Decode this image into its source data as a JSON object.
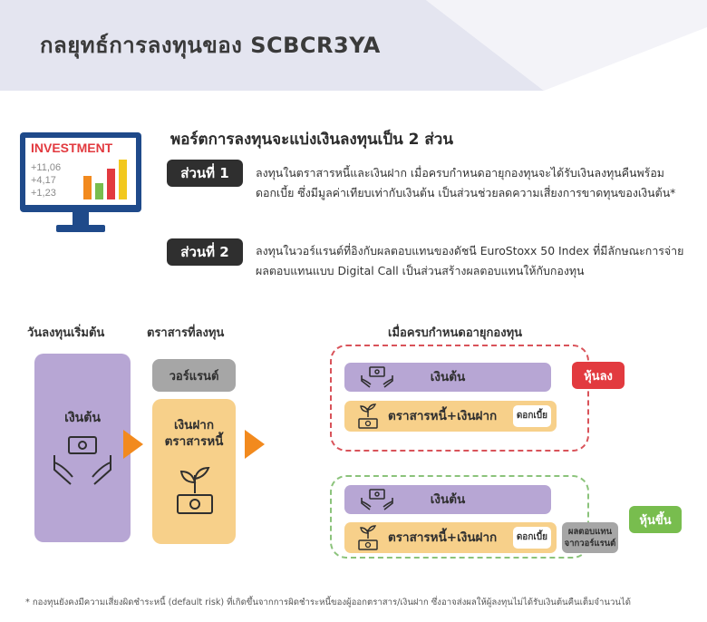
{
  "header": {
    "title": "กลยุทธ์การลงทุนของ SCBCR3YA"
  },
  "monitor": {
    "label": "INVESTMENT",
    "numbers": [
      "+11,06",
      "+4,17",
      "+1,23"
    ]
  },
  "info": {
    "heading": "พอร์ตการลงทุนจะแบ่งเงินลงทุนเป็น 2 ส่วน",
    "parts": [
      {
        "label": "ส่วนที่ 1",
        "text": "ลงทุนในตราสารหนี้และเงินฝาก เมื่อครบกำหนดอายุกองทุนจะได้รับเงินลงทุนคืนพร้อมดอกเบี้ย ซึ่งมีมูลค่าเทียบเท่ากับเงินต้น เป็นส่วนช่วยลดความเสี่ยงการขาดทุนของเงินต้น*"
      },
      {
        "label": "ส่วนที่ 2",
        "text": "ลงทุนในวอร์แรนต์ที่อิงกับผลตอบแทนของดัชนี EuroStoxx 50 Index ที่มีลักษณะการจ่ายผลตอบแทนแบบ Digital Call เป็นส่วนสร้างผลตอบแทนให้กับกองทุน"
      }
    ]
  },
  "diagram": {
    "start_label": "วันลงทุนเริ่มต้น",
    "instrument_label": "ตราสารที่ลงทุน",
    "maturity_label": "เมื่อครบกำหนดอายุกองทุน",
    "principal": "เงินต้น",
    "warrant": "วอร์แรนต์",
    "deposit_bond": "เงินฝาก\nตราสารหนี้",
    "bond_deposit": "ตราสารหนี้+เงินฝาก",
    "interest": "ดอกเบี้ย",
    "warrant_return": "ผลตอบแทน\nจากวอร์แรนต์",
    "stock_down": "หุ้นลง",
    "stock_up": "หุ้นขึ้น"
  },
  "footnote": "* กองทุนยังคงมีความเสี่ยงผิดชำระหนี้ (default risk) ที่เกิดขึ้นจากการผิดชำระหนี้ของผู้ออกตราสาร/เงินฝาก ซึ่งอาจส่งผลให้ผู้ลงทุนไม่ได้รับเงินต้นคืนเต็มจำนวนได้",
  "colors": {
    "accent_orange": "#f28a1e",
    "purple": "#b7a6d4",
    "yellow": "#f7d08a",
    "red": "#e23a3f",
    "green": "#78bd4e",
    "dark": "#2f2f2f"
  }
}
